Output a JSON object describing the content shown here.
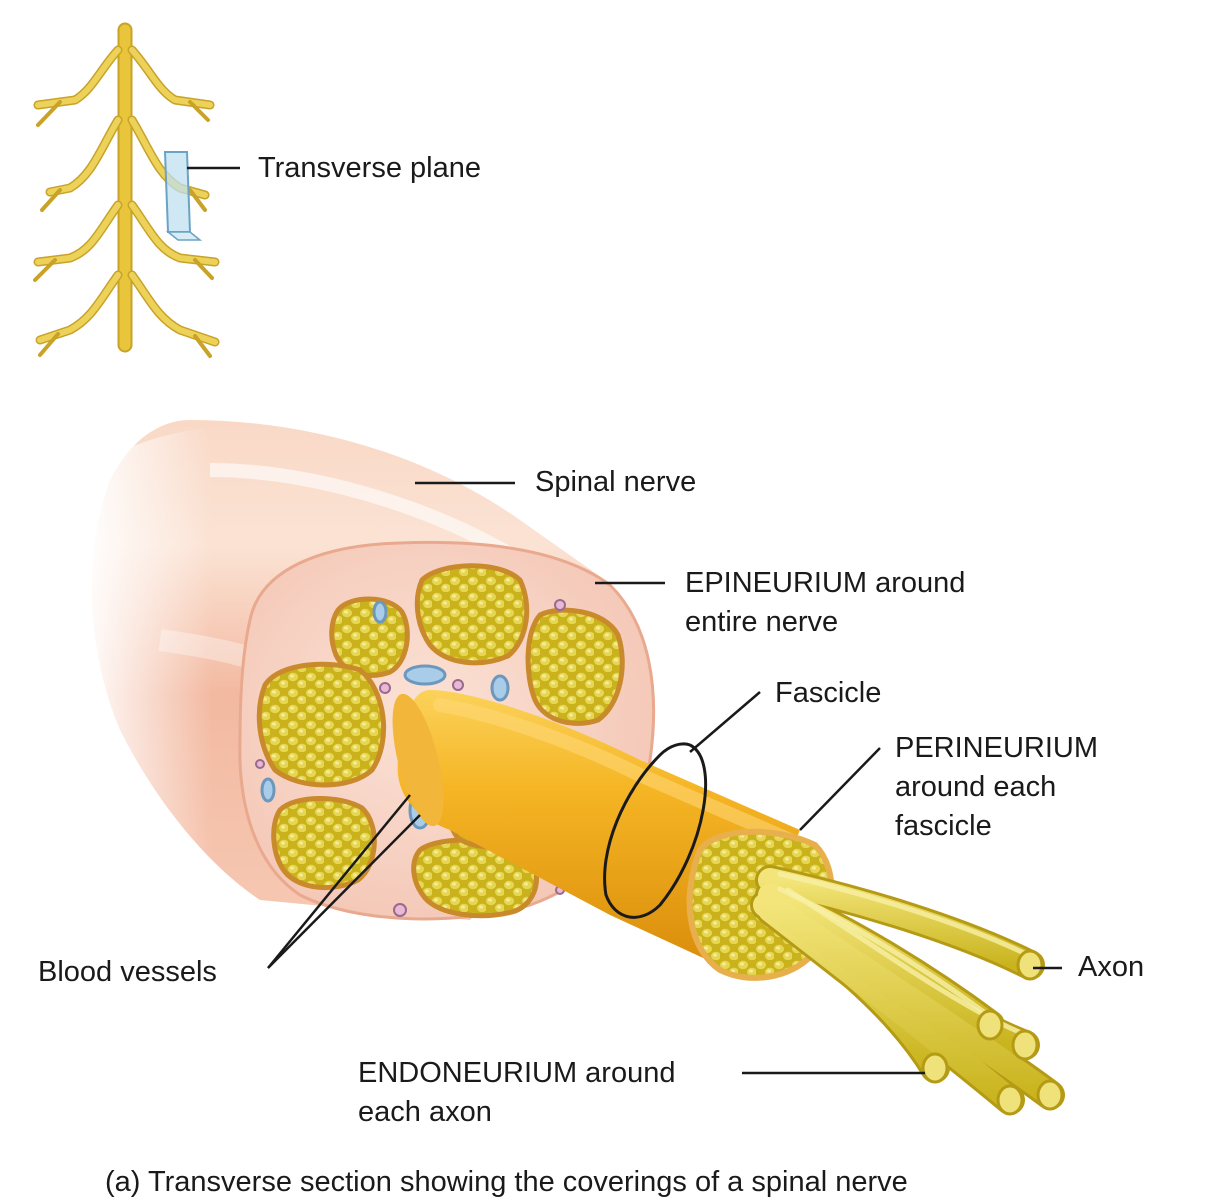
{
  "labels": {
    "transverse_plane": "Transverse plane",
    "spinal_nerve": "Spinal nerve",
    "epineurium_line1": "EPINEURIUM around",
    "epineurium_line2": "entire nerve",
    "fascicle": "Fascicle",
    "perineurium_line1": "PERINEURIUM",
    "perineurium_line2": "around each",
    "perineurium_line3": "fascicle",
    "blood_vessels": "Blood vessels",
    "axon": "Axon",
    "endoneurium_line1": "ENDONEURIUM around",
    "endoneurium_line2": "each axon"
  },
  "caption": "(a) Transverse section showing the coverings of a spinal nerve",
  "colors": {
    "nerve_yellow": "#e8c53a",
    "fascicle_orange": "#f0a818",
    "epineurium_pink": "#f6c9b4",
    "vessel_blue": "#a9cde8",
    "leader_line": "#1a1a1a"
  }
}
